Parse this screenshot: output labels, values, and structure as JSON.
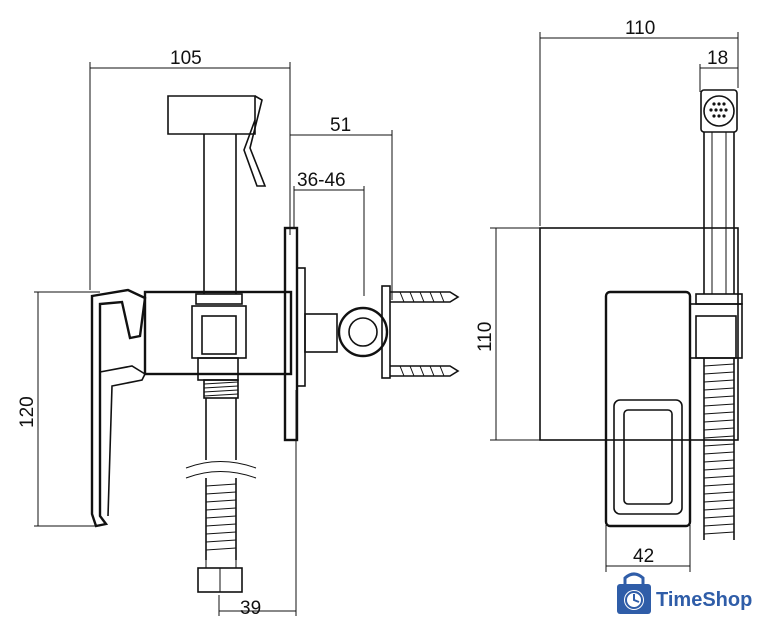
{
  "dimensions": {
    "overall_width_side": "105",
    "wall_depth": "51",
    "adjust_range": "36-46",
    "height_side": "120",
    "hose_offset": "39",
    "overall_width_front": "110",
    "handset_width": "18",
    "plate_height": "110",
    "lever_width": "42"
  },
  "brand": {
    "name": "TimeShop",
    "color": "#2f5da8",
    "icon": "shopping-bag-clock-icon"
  }
}
